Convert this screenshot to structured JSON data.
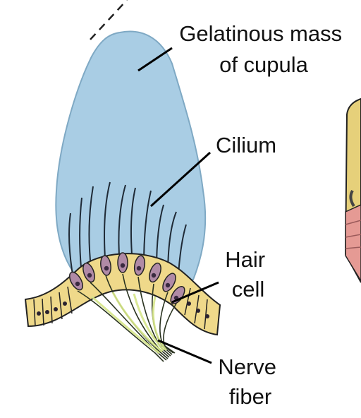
{
  "labels": {
    "gelatinous_mass": [
      "Gelatinous mass",
      "of cupula"
    ],
    "cilium": [
      "Cilium"
    ],
    "hair_cell": [
      "Hair",
      "cell"
    ],
    "nerve_fiber": [
      "Nerve",
      "fiber"
    ]
  },
  "colors": {
    "cupula": "#a9cde4",
    "epithelium": "#efd98a",
    "hair_cell": "#b08aa6",
    "nucleus": "#3a2a40",
    "nerve": "#d6e68a",
    "tissue_pink": "#e59a94"
  }
}
